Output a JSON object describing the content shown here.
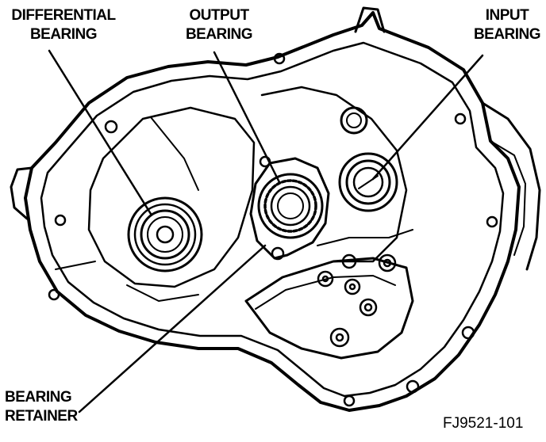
{
  "labels": {
    "differential_bearing": {
      "line1": "DIFFERENTIAL",
      "line2": "BEARING"
    },
    "output_bearing": {
      "line1": "OUTPUT",
      "line2": "BEARING"
    },
    "input_bearing": {
      "line1": "INPUT",
      "line2": "BEARING"
    },
    "bearing_retainer": {
      "line1": "BEARING",
      "line2": "RETAINER"
    }
  },
  "figure_id": "FJ9521-101",
  "colors": {
    "ink": "#000000",
    "paper": "#ffffff"
  }
}
